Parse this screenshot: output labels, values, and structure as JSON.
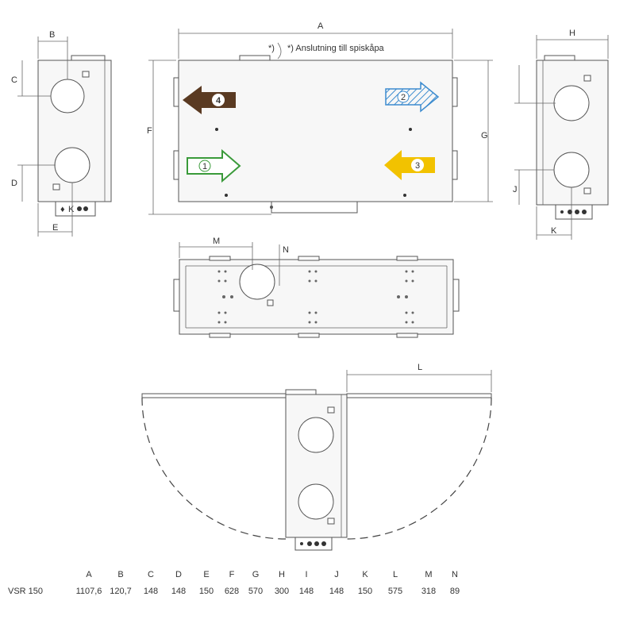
{
  "note": "*) Anslutning till spiskåpa",
  "note_marker": "*)",
  "dim_labels": {
    "A": "A",
    "B": "B",
    "C": "C",
    "D": "D",
    "E": "E",
    "F": "F",
    "G": "G",
    "H": "H",
    "J": "J",
    "K": "K",
    "L": "L",
    "M": "M",
    "N": "N"
  },
  "connector_label": "K",
  "arrows": {
    "n1": "1",
    "n2": "2",
    "n3": "3",
    "n4": "4",
    "c1": "#3a9a3a",
    "c2": "#3d8ccf",
    "c3": "#f2c200",
    "c4": "#5a3a22"
  },
  "table": {
    "headers": [
      "A",
      "B",
      "C",
      "D",
      "E",
      "F",
      "G",
      "H",
      "I",
      "J",
      "K",
      "L",
      "M",
      "N"
    ],
    "row_label": "VSR 150",
    "values": [
      "1107,6",
      "120,7",
      "148",
      "148",
      "150",
      "628",
      "570",
      "300",
      "148",
      "148",
      "150",
      "575",
      "318",
      "89"
    ]
  }
}
